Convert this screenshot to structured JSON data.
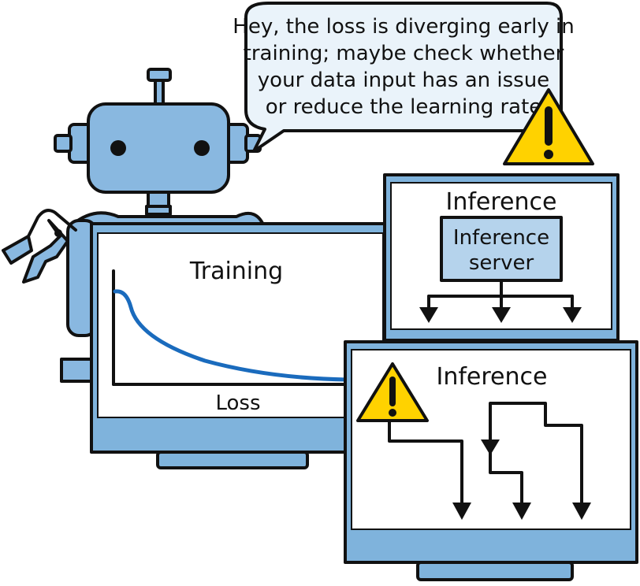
{
  "speech_bubble": {
    "lines": [
      "Hey, the loss is diverging early in",
      "training; maybe check whether",
      "your data input has an issue",
      "or reduce the learning rate"
    ]
  },
  "training_monitor": {
    "title": "Training",
    "x_label": "Loss"
  },
  "inference_top": {
    "title": "Inference",
    "server_label": [
      "Inference",
      "server"
    ]
  },
  "inference_bottom": {
    "title": "Inference"
  },
  "colors": {
    "monitor_blue": "#7fb3dc",
    "robot_blue": "#89b8e0",
    "server_box": "#b5d3ec",
    "curve": "#1a6bbd",
    "warning_yellow": "#ffd200",
    "outline": "#111111"
  },
  "icons": [
    "warning-icon",
    "robot-icon",
    "speech-bubble-icon"
  ]
}
